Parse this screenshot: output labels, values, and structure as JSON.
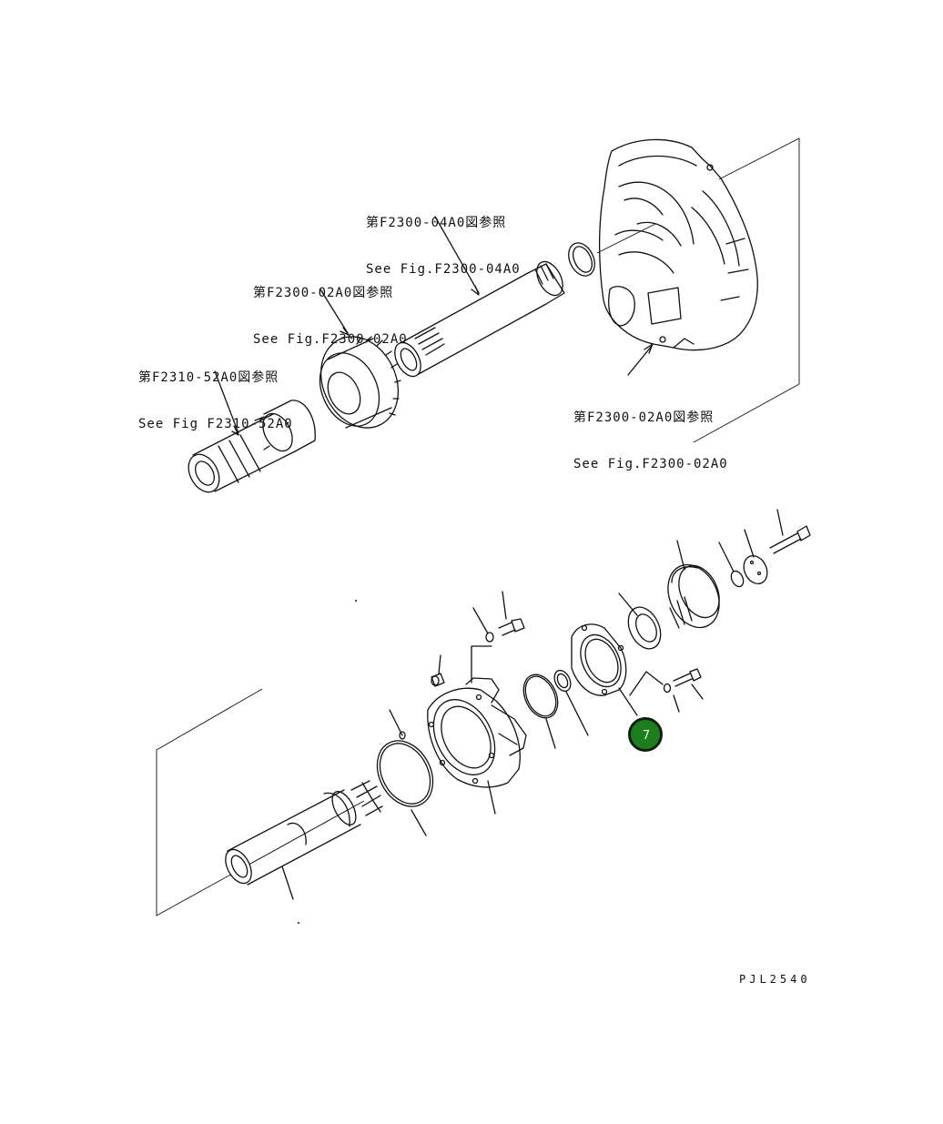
{
  "references": [
    {
      "ja": "第F2300-04A0図参照",
      "en": "See Fig.F2300-04A0"
    },
    {
      "ja": "第F2300-02A0図参照",
      "en": "See Fig.F2300-02A0"
    },
    {
      "ja": "第F2310-52A0図参照",
      "en": "See Fig F2310-52A0"
    },
    {
      "ja": "第F2300-02A0図参照",
      "en": "See Fig.F2300-02A0"
    }
  ],
  "callout": {
    "number": "7",
    "color": "#1e7e1e"
  },
  "drawing_id": "PJL2540"
}
